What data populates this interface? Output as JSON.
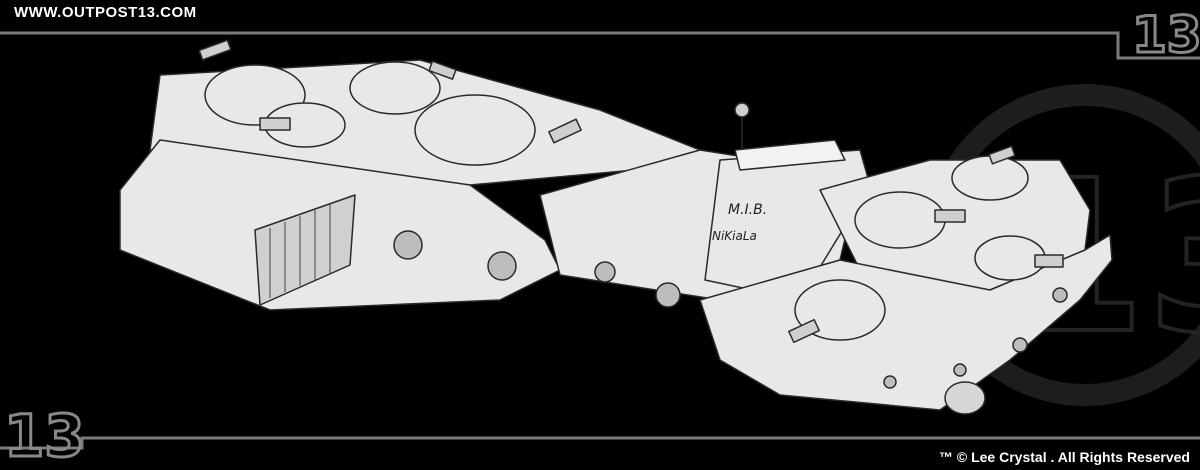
{
  "header": {
    "site_url": "WWW.OUTPOST13.COM",
    "logo_numeral": "13"
  },
  "ship": {
    "hull_marking_line1": "M.I.B.",
    "hull_marking_line2": "NiKiaLa"
  },
  "footer": {
    "copyright": "™ © Lee Crystal . All Rights Reserved",
    "logo_numeral": "13"
  },
  "watermark": {
    "numeral": "13"
  },
  "colors": {
    "background": "#000000",
    "frame_line": "#7a7a7a",
    "hull": "#e8e8e8",
    "sketch_line": "#2a2a2a"
  }
}
